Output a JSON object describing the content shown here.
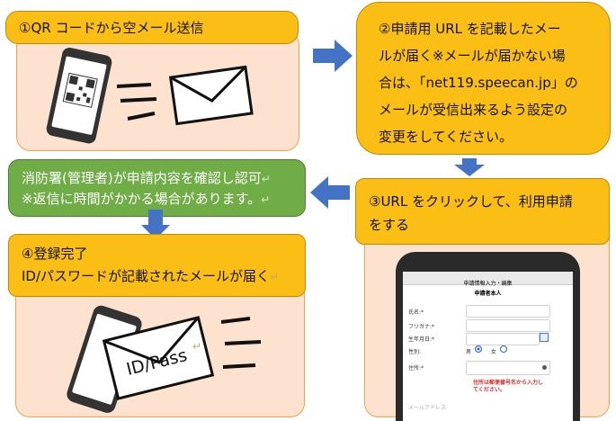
{
  "step1": {
    "title": "①QR コードから空メール送信"
  },
  "step2": {
    "lines": [
      "②申請用 URL を記載したメー",
      "ルが届く※メールが届かない場",
      "合は、「net119.speecan.jp」の",
      "メールが受信出来るよう設定の",
      "変更をしてください。"
    ]
  },
  "step3": {
    "lines": [
      "③URL をクリックして、利用申請",
      "をする"
    ]
  },
  "approval": {
    "lines": [
      "消防署(管理者)が申請内容を確認し認可",
      "※返信に時間がかかる場合があります。"
    ]
  },
  "step4": {
    "title": "④登録完了",
    "subtitle": "ID/パスワードが記載されたメールが届く"
  },
  "phone_form": {
    "header": "申請情報入力・編集",
    "section": "申請者本人",
    "name_label": "氏名:*",
    "kana_label": "フリガナ:*",
    "birth_label": "生年月日:*",
    "gender_label": "性別:",
    "male": "男",
    "female": "女",
    "address_label": "住所:*",
    "address_note": "住所は郵便番号名から入力してください。",
    "email_label": "メールアドレス:"
  },
  "envelope_text": "ID/Pass",
  "colors": {
    "orange": "#fbbe14",
    "peach": "#fde3cf",
    "green": "#70ad47",
    "arrow": "#4472c4"
  }
}
